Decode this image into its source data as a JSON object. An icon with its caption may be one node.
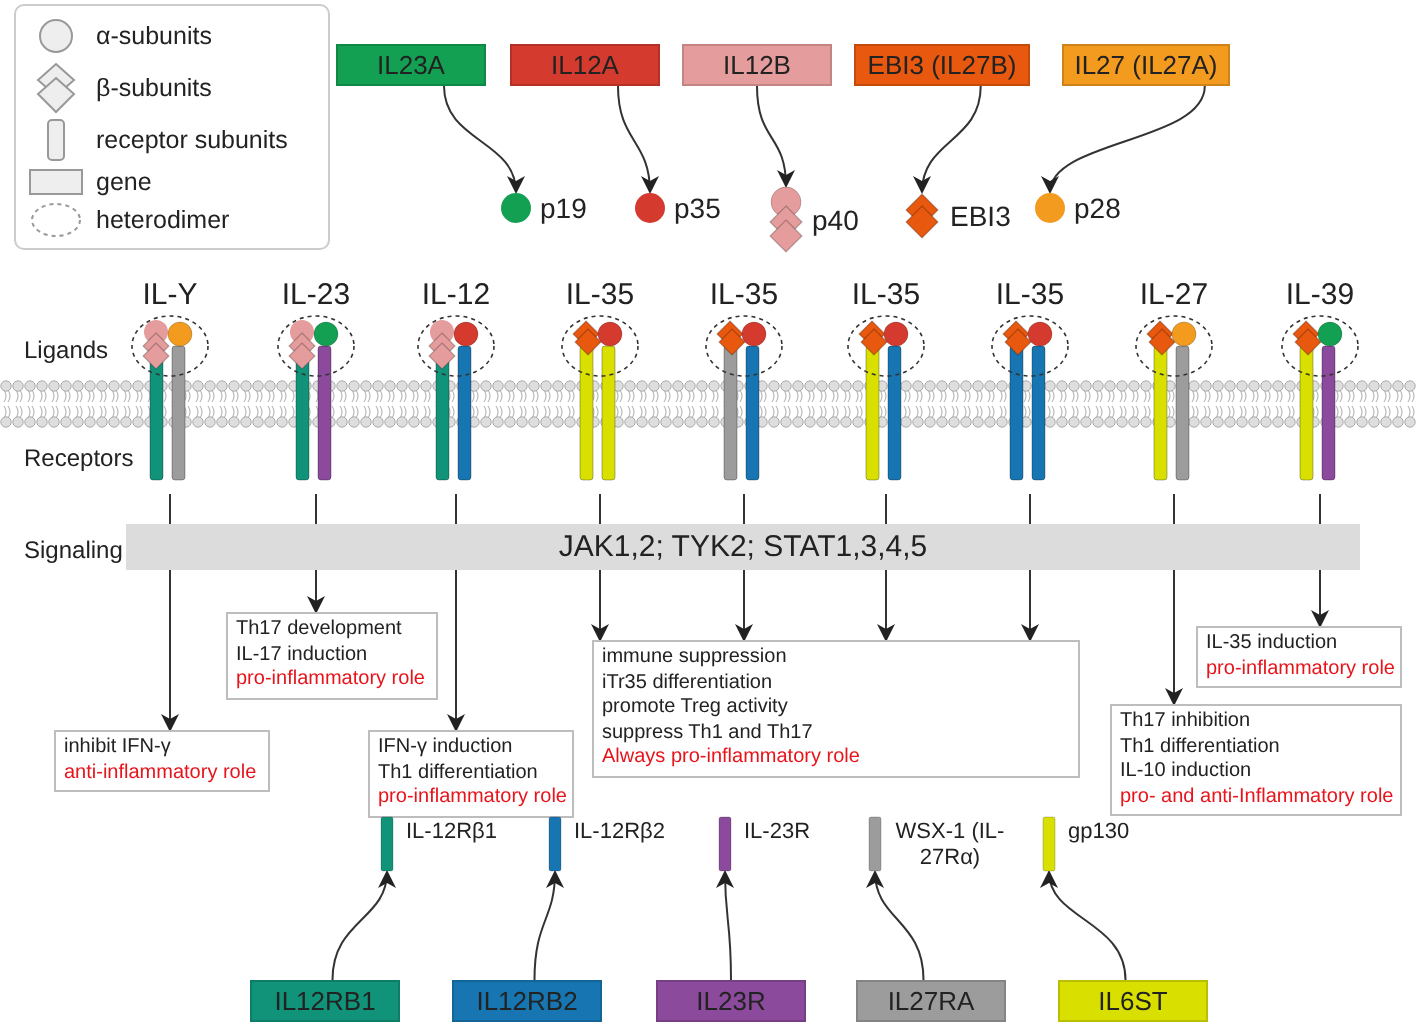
{
  "diagram": {
    "nodes": [
      {
        "text": [
          "IL23A"
        ]
      },
      {
        "text": [
          "IL12A"
        ]
      },
      {
        "text": [
          "IL12B"
        ]
      },
      {
        "text": [
          "EBI3 (IL27B)"
        ]
      },
      {
        "text": [
          "IL27 (IL27A)"
        ]
      },
      {
        "text": [
          "p19"
        ]
      },
      {
        "text": [
          "p35"
        ]
      },
      {
        "text": [
          "p40"
        ]
      },
      {
        "text": [
          "EBI3"
        ]
      },
      {
        "text": [
          "p28"
        ]
      },
      {
        "text": [
          "IL-Y"
        ]
      },
      {
        "text": [
          "IL-23"
        ]
      },
      {
        "text": [
          "IL-12"
        ]
      },
      {
        "text": [
          "IL-35"
        ]
      },
      {
        "text": [
          "IL-35"
        ]
      },
      {
        "text": [
          "IL-35"
        ]
      },
      {
        "text": [
          "IL-35"
        ]
      },
      {
        "text": [
          "IL-27"
        ]
      },
      {
        "text": [
          "IL-39"
        ]
      },
      {
        "text": [
          "JAK1,2; TYK2; STAT1,3,4,5"
        ]
      },
      {
        "text": [
          "inhibit IFN-γ",
          "anti-inflammatory role"
        ]
      },
      {
        "text": [
          "Th17 development",
          "IL-17 induction",
          "pro-inflammatory role"
        ]
      },
      {
        "text": [
          "IFN-γ induction",
          "Th1 differentiation",
          "pro-inflammatory role"
        ]
      },
      {
        "text": [
          "immune suppression",
          "iTr35 differentiation",
          "promote Treg activity",
          "suppress Th1 and Th17",
          "Always pro-inflammatory role"
        ]
      },
      {
        "text": [
          "IL-35 induction",
          "pro-inflammatory role"
        ]
      },
      {
        "text": [
          "Th17 inhibition",
          "Th1 differentiation",
          "IL-10 induction",
          "pro- and anti-Inflammatory role"
        ]
      },
      {
        "text": [
          "IL-12Rβ1"
        ]
      },
      {
        "text": [
          "IL-12Rβ2"
        ]
      },
      {
        "text": [
          "IL-23R"
        ]
      },
      {
        "text": [
          "WSX-1 (IL-27Rα)"
        ]
      },
      {
        "text": [
          "gp130"
        ]
      },
      {
        "text": [
          "IL12RB1"
        ]
      },
      {
        "text": [
          "IL12RB2"
        ]
      },
      {
        "text": [
          "IL23R"
        ]
      },
      {
        "text": [
          "IL27RA"
        ]
      },
      {
        "text": [
          "IL6ST"
        ]
      }
    ],
    "edges": [
      {
        "from": 0,
        "to": 5,
        "arrow": "to"
      },
      {
        "from": 1,
        "to": 6,
        "arrow": "to"
      },
      {
        "from": 2,
        "to": 7,
        "arrow": "to"
      },
      {
        "from": 3,
        "to": 8,
        "arrow": "to"
      },
      {
        "from": 4,
        "to": 9,
        "arrow": "to"
      },
      {
        "from": 10,
        "to": 19,
        "arrow": "none"
      },
      {
        "from": 11,
        "to": 19,
        "arrow": "none"
      },
      {
        "from": 12,
        "to": 19,
        "arrow": "none"
      },
      {
        "from": 13,
        "to": 19,
        "arrow": "none"
      },
      {
        "from": 14,
        "to": 19,
        "arrow": "none"
      },
      {
        "from": 15,
        "to": 19,
        "arrow": "none"
      },
      {
        "from": 16,
        "to": 19,
        "arrow": "none"
      },
      {
        "from": 17,
        "to": 19,
        "arrow": "none"
      },
      {
        "from": 18,
        "to": 19,
        "arrow": "none"
      },
      {
        "from": 19,
        "to": 20,
        "arrow": "to"
      },
      {
        "from": 19,
        "to": 21,
        "arrow": "to"
      },
      {
        "from": 19,
        "to": 22,
        "arrow": "to"
      },
      {
        "from": 19,
        "to": 23,
        "arrow": "to"
      },
      {
        "from": 19,
        "to": 23,
        "arrow": "to"
      },
      {
        "from": 19,
        "to": 23,
        "arrow": "to"
      },
      {
        "from": 19,
        "to": 23,
        "arrow": "to"
      },
      {
        "from": 19,
        "to": 25,
        "arrow": "to"
      },
      {
        "from": 19,
        "to": 24,
        "arrow": "to"
      },
      {
        "from": 31,
        "to": 26,
        "arrow": "to"
      },
      {
        "from": 32,
        "to": 27,
        "arrow": "to"
      },
      {
        "from": 33,
        "to": 28,
        "arrow": "to"
      },
      {
        "from": 34,
        "to": 29,
        "arrow": "to"
      },
      {
        "from": 35,
        "to": 30,
        "arrow": "to"
      }
    ],
    "labels": [
      "Ligands",
      "Receptors",
      "Signaling"
    ],
    "legend": [
      {
        "text": "α-subunits"
      },
      {
        "text": "β-subunits"
      },
      {
        "text": "receptor subunits"
      },
      {
        "text": "gene"
      },
      {
        "text": "heterodimer"
      }
    ]
  }
}
